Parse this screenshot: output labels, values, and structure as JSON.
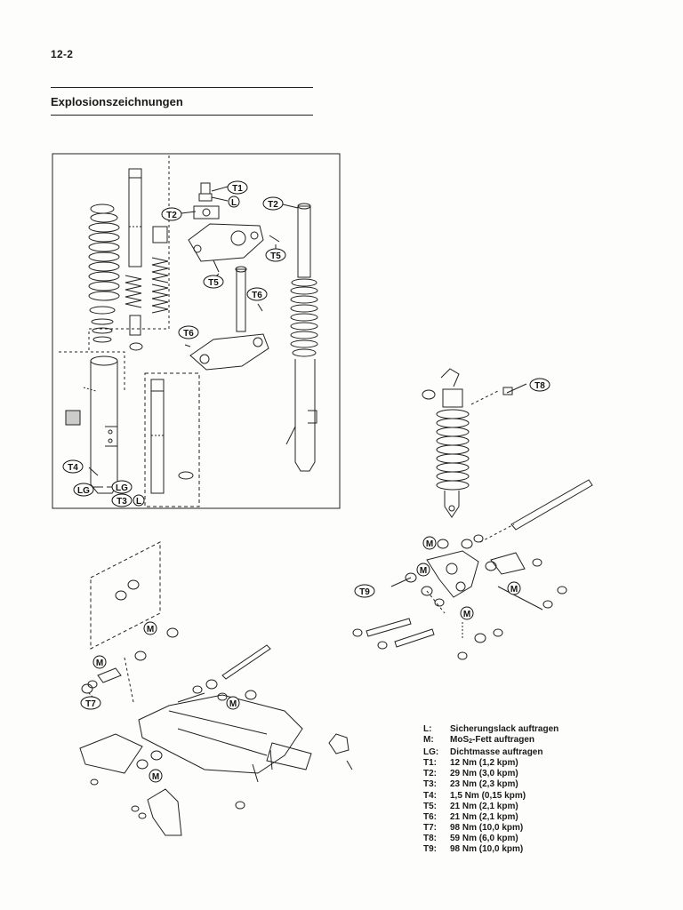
{
  "header": {
    "page_number": "12-2",
    "section_title": "Explosionszeichnungen"
  },
  "callouts": [
    {
      "id": "t1-fork",
      "label": "T1"
    },
    {
      "id": "l-fork",
      "label": "L"
    },
    {
      "id": "t2-stem",
      "label": "T2"
    },
    {
      "id": "t2-fork",
      "label": "T2"
    },
    {
      "id": "t5-upper",
      "label": "T5"
    },
    {
      "id": "t5-lower",
      "label": "T5"
    },
    {
      "id": "t6-upper",
      "label": "T6"
    },
    {
      "id": "t6-lower",
      "label": "T6"
    },
    {
      "id": "t4",
      "label": "T4"
    },
    {
      "id": "lg-left",
      "label": "LG"
    },
    {
      "id": "lg-right",
      "label": "LG"
    },
    {
      "id": "t3",
      "label": "T3"
    },
    {
      "id": "l-bottom",
      "label": "L"
    },
    {
      "id": "t8",
      "label": "T8"
    },
    {
      "id": "t9",
      "label": "T9"
    },
    {
      "id": "m-link-1",
      "label": "M"
    },
    {
      "id": "m-link-2",
      "label": "M"
    },
    {
      "id": "m-link-3",
      "label": "M"
    },
    {
      "id": "m-link-4",
      "label": "M"
    },
    {
      "id": "m-arm-1",
      "label": "M"
    },
    {
      "id": "m-arm-2",
      "label": "M"
    },
    {
      "id": "m-arm-3",
      "label": "M"
    },
    {
      "id": "m-arm-4",
      "label": "M"
    },
    {
      "id": "t7",
      "label": "T7"
    }
  ],
  "legend": [
    {
      "key": "L:",
      "text": "Sicherungslack auftragen"
    },
    {
      "key": "M:",
      "text_before": "MoS",
      "sub": "2",
      "text_after": "-Fett auftragen"
    },
    {
      "key": "LG:",
      "text": "Dichtmasse auftragen"
    },
    {
      "key": "T1:",
      "text": "12 Nm (1,2 kpm)"
    },
    {
      "key": "T2:",
      "text": "29 Nm (3,0 kpm)"
    },
    {
      "key": "T3:",
      "text": "23 Nm (2,3 kpm)"
    },
    {
      "key": "T4:",
      "text": "1,5 Nm (0,15 kpm)"
    },
    {
      "key": "T5:",
      "text": "21 Nm (2,1 kpm)"
    },
    {
      "key": "T6:",
      "text": "21 Nm (2,1 kpm)"
    },
    {
      "key": "T7:",
      "text": "98 Nm (10,0 kpm)"
    },
    {
      "key": "T8:",
      "text": "59 Nm (6,0 kpm)"
    },
    {
      "key": "T9:",
      "text": "98 Nm (10,0 kpm)"
    }
  ]
}
